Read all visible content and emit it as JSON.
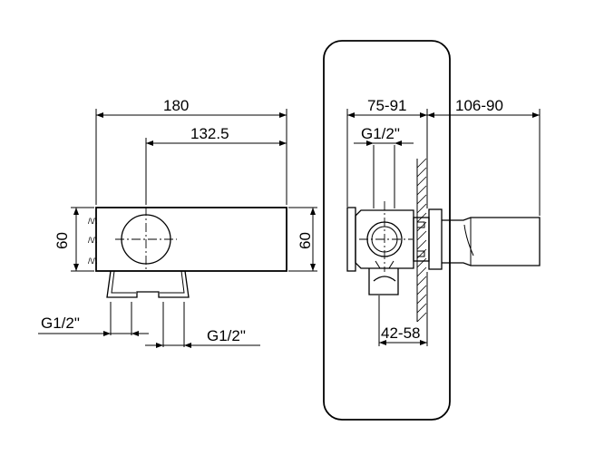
{
  "front_view": {
    "width_dim": "180",
    "offset_dim": "132.5",
    "height_dim_left": "60",
    "height_dim_right": "60",
    "inlet_left_label": "G1/2\"",
    "inlet_right_label": "G1/2\""
  },
  "side_view": {
    "depth_dim": "75-91",
    "spout_dim": "106-90",
    "thread_label": "G1/2\"",
    "wall_dim": "42-58"
  }
}
